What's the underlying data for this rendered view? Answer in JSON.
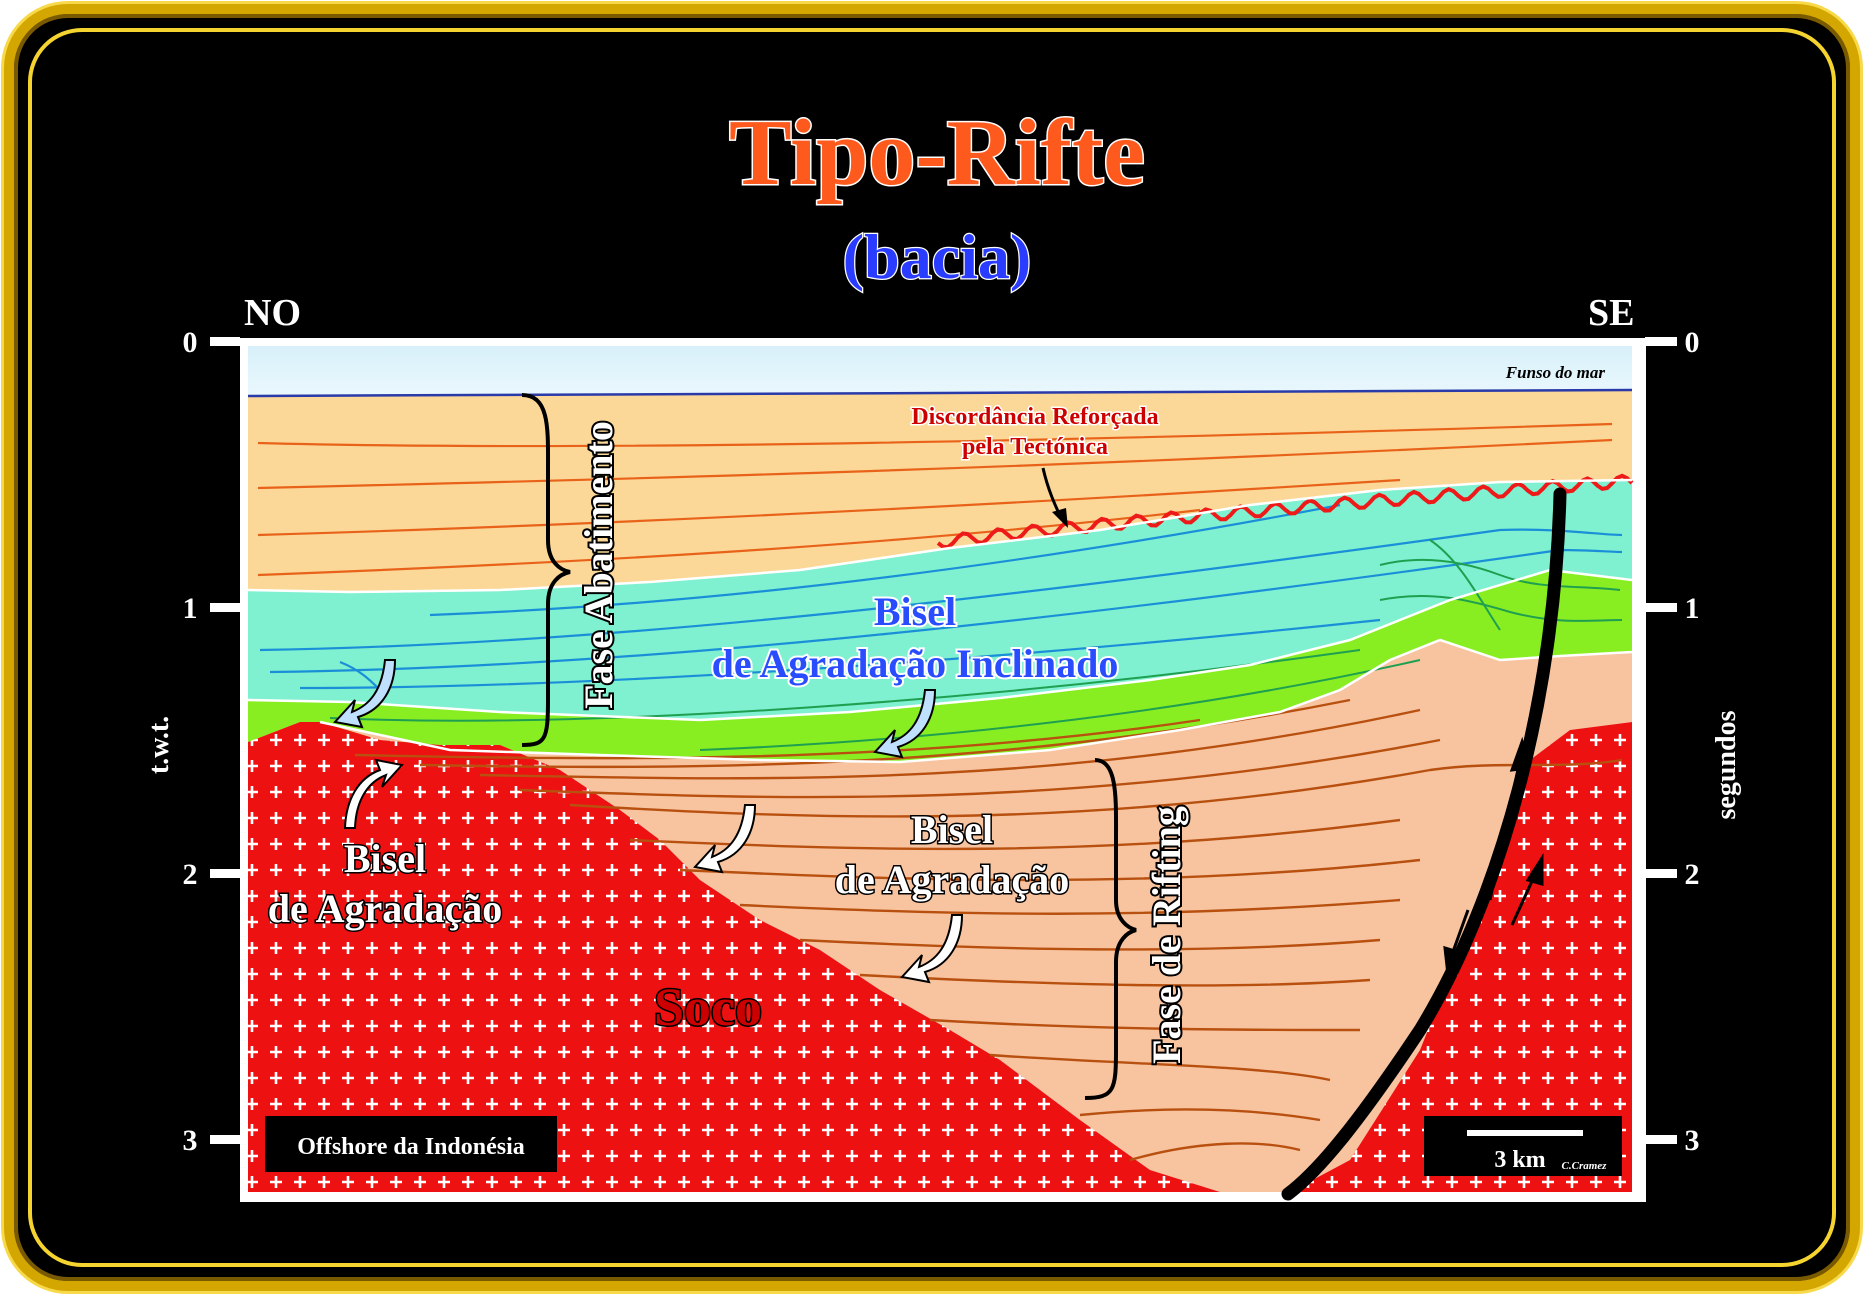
{
  "title": "Tipo-Rifte",
  "subtitle": "(bacia)",
  "directions": {
    "left": "NO",
    "right": "SE"
  },
  "axis": {
    "left_label": "t.w.t.",
    "right_label": "segundos",
    "ticks": [
      "0",
      "1",
      "2",
      "3"
    ]
  },
  "labels": {
    "sea_floor": "Funso do mar",
    "unconformity_line1": "Discordância Reforçada",
    "unconformity_line2": "pela Tectónica",
    "fase_abatimento": "Fase Abatimento",
    "fase_rifting": "Fase de Rifting",
    "bisel_inclinado_line1": "Bisel",
    "bisel_inclinado_line2": "de Agradação Inclinado",
    "bisel_left_line1": "Bisel",
    "bisel_left_line2": "de Agradação",
    "bisel_center_line1": "Bisel",
    "bisel_center_line2": "de Agradação",
    "basement": "Soco",
    "location": "Offshore da Indonésia",
    "scale": "3 km",
    "author": "C.Cramez"
  },
  "colors": {
    "frame_gold": "#d4a700",
    "water": "#dff3fb",
    "post_rift_upper": "#fbd898",
    "post_rift_cyan": "#7ff0d0",
    "post_rift_green": "#88ee22",
    "syn_rift": "#f8c4a0",
    "basement": "#ee1111",
    "title_orange": "#ff5a1e",
    "subtitle_blue": "#2a3cff"
  }
}
